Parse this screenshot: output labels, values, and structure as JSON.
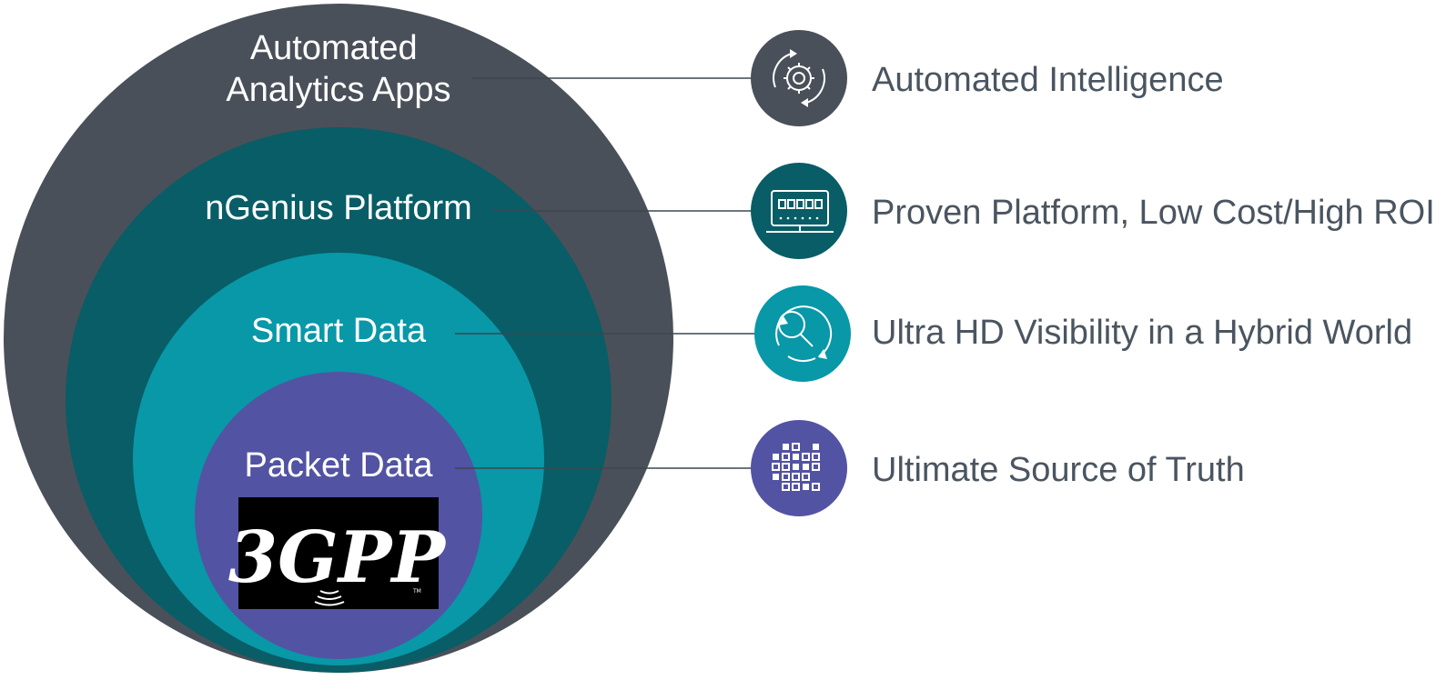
{
  "colors": {
    "outer_ring": "#4a5059",
    "platform_ring": "#085d66",
    "smart_data_ring": "#0898a8",
    "packet_data_ring": "#5253a3",
    "benefit_text": "#4a5560",
    "logo_background": "#000000"
  },
  "rings": [
    {
      "id": "automated-analytics-apps",
      "label_lines": [
        "Automated",
        "Analytics Apps"
      ]
    },
    {
      "id": "ngenius-platform",
      "label_lines": [
        "nGenius Platform"
      ]
    },
    {
      "id": "smart-data",
      "label_lines": [
        "Smart Data"
      ]
    },
    {
      "id": "packet-data",
      "label_lines": [
        "Packet Data"
      ]
    }
  ],
  "logo": {
    "text": "3GPP",
    "trademark": "TM"
  },
  "benefits": [
    {
      "label": "Automated Intelligence",
      "icon": "gear-cycle-icon",
      "color": "#4a5059"
    },
    {
      "label": "Proven Platform, Low Cost/High ROI",
      "icon": "appliance-monitor-icon",
      "color": "#085d66"
    },
    {
      "label": "Ultra HD Visibility in a Hybrid World",
      "icon": "magnifier-cycle-icon",
      "color": "#0898a8"
    },
    {
      "label": "Ultimate Source of Truth",
      "icon": "packet-grid-icon",
      "color": "#5253a3"
    }
  ]
}
